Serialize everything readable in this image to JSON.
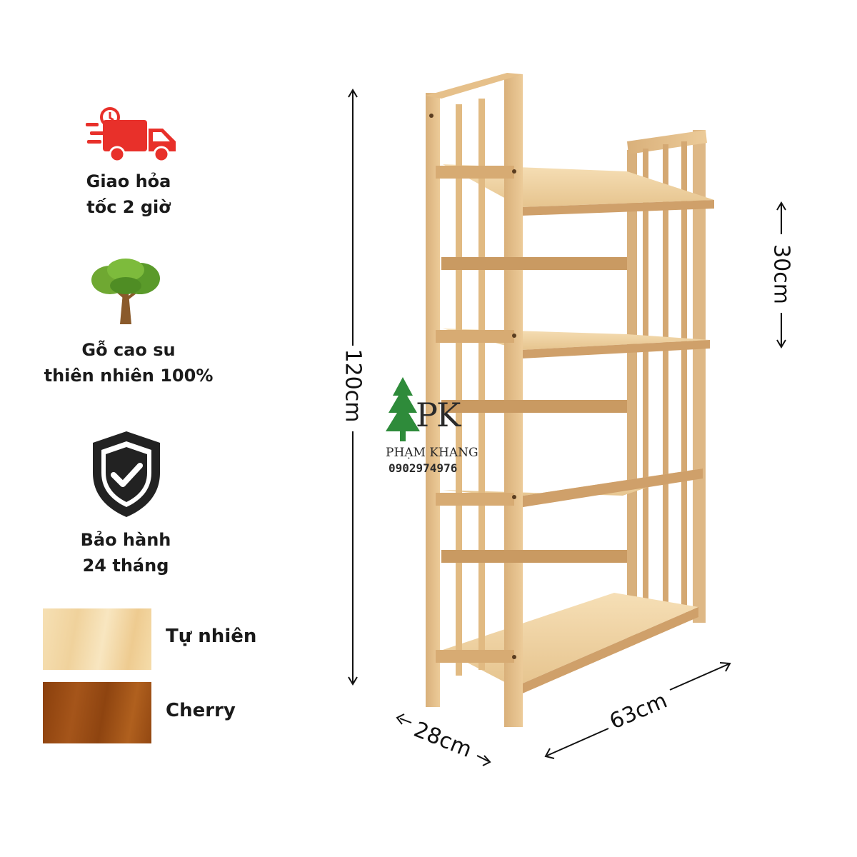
{
  "features": {
    "delivery": {
      "line1": "Giao hỏa",
      "line2": "tốc 2 giờ",
      "icon": "delivery-truck-icon",
      "color": "#e8302a"
    },
    "material": {
      "line1": "Gỗ cao su",
      "line2": "thiên nhiên 100%",
      "icon": "tree-icon"
    },
    "warranty": {
      "line1": "Bảo hành",
      "line2": "24 tháng",
      "icon": "shield-check-icon"
    }
  },
  "finishes": [
    {
      "label": "Tự nhiên",
      "color": "#f3d9a8"
    },
    {
      "label": "Cherry",
      "color": "#9a4a12"
    }
  ],
  "dimensions": {
    "height": "120cm",
    "shelf_gap": "30cm",
    "depth": "28cm",
    "width": "63cm"
  },
  "brand": {
    "initials": "PK",
    "name": "PHẠM KHANG",
    "phone": "0902974976"
  }
}
